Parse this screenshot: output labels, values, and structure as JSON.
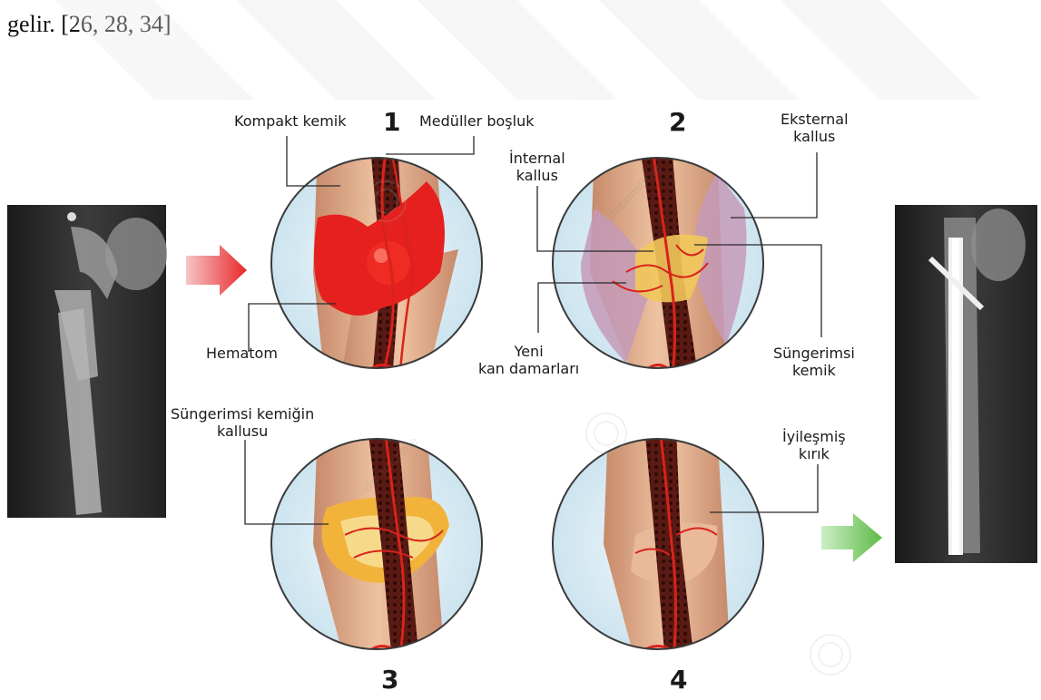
{
  "page": {
    "text": "gelir. [26, 28, 34]"
  },
  "stages": [
    "1",
    "2",
    "3",
    "4"
  ],
  "labels": {
    "kompakt_kemik": "Kompakt kemik",
    "meduller_bosluk": "Medüller boşluk",
    "hematom": "Hematom",
    "internal_kallus": [
      "İnternal",
      "kallus"
    ],
    "eksternal_kallus": [
      "Eksternal",
      "kallus"
    ],
    "yeni_kan_damarlari": [
      "Yeni",
      "kan damarları"
    ],
    "sungerimsi_kemik": [
      "Süngerimsi",
      "kemik"
    ],
    "sungerimsi_kallus": [
      "Süngerimsi kemiğin",
      "kallusu"
    ],
    "iyilesmis_kirik": [
      "İyileşmiş",
      "kırık"
    ]
  },
  "watermark": "dreamstime",
  "colors": {
    "bone": "#e8b894",
    "marrow": "#5a1a14",
    "vessel": "#d8231b",
    "hematoma": "#e5201e",
    "external_callus": "#c49ab8",
    "spongy_callus": "#f2b33a",
    "circle_bg": "#d8ecf4",
    "arrow_red": "#e8272a",
    "arrow_green": "#5dbb46"
  }
}
